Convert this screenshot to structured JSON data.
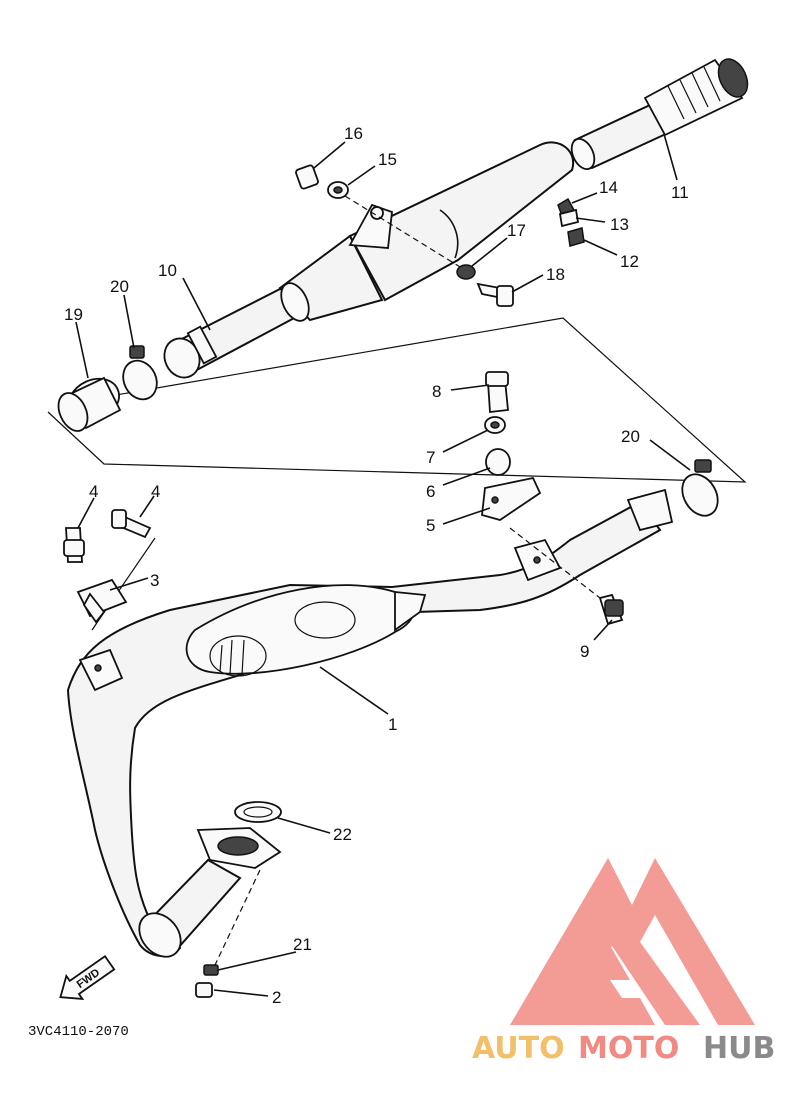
{
  "diagram": {
    "code": "3VC4110-2070",
    "fwd_label": "FWD",
    "labels": [
      {
        "id": "1",
        "text": "1"
      },
      {
        "id": "2",
        "text": "2"
      },
      {
        "id": "3",
        "text": "3"
      },
      {
        "id": "4a",
        "text": "4"
      },
      {
        "id": "4b",
        "text": "4"
      },
      {
        "id": "5",
        "text": "5"
      },
      {
        "id": "6",
        "text": "6"
      },
      {
        "id": "7",
        "text": "7"
      },
      {
        "id": "8",
        "text": "8"
      },
      {
        "id": "9",
        "text": "9"
      },
      {
        "id": "10",
        "text": "10"
      },
      {
        "id": "11",
        "text": "11"
      },
      {
        "id": "12",
        "text": "12"
      },
      {
        "id": "13",
        "text": "13"
      },
      {
        "id": "14",
        "text": "14"
      },
      {
        "id": "15",
        "text": "15"
      },
      {
        "id": "16",
        "text": "16"
      },
      {
        "id": "17",
        "text": "17"
      },
      {
        "id": "18",
        "text": "18"
      },
      {
        "id": "19",
        "text": "19"
      },
      {
        "id": "20a",
        "text": "20"
      },
      {
        "id": "20b",
        "text": "20"
      },
      {
        "id": "21",
        "text": "21"
      },
      {
        "id": "22",
        "text": "22"
      }
    ]
  },
  "watermark": {
    "part1": "AUTO",
    "part2": "MOTO",
    "part3": "HUB",
    "colors": {
      "auto": "#f2bf6a",
      "moto": "#f08a83",
      "hub": "#8a8a8a",
      "logo": "#f07a72"
    }
  }
}
